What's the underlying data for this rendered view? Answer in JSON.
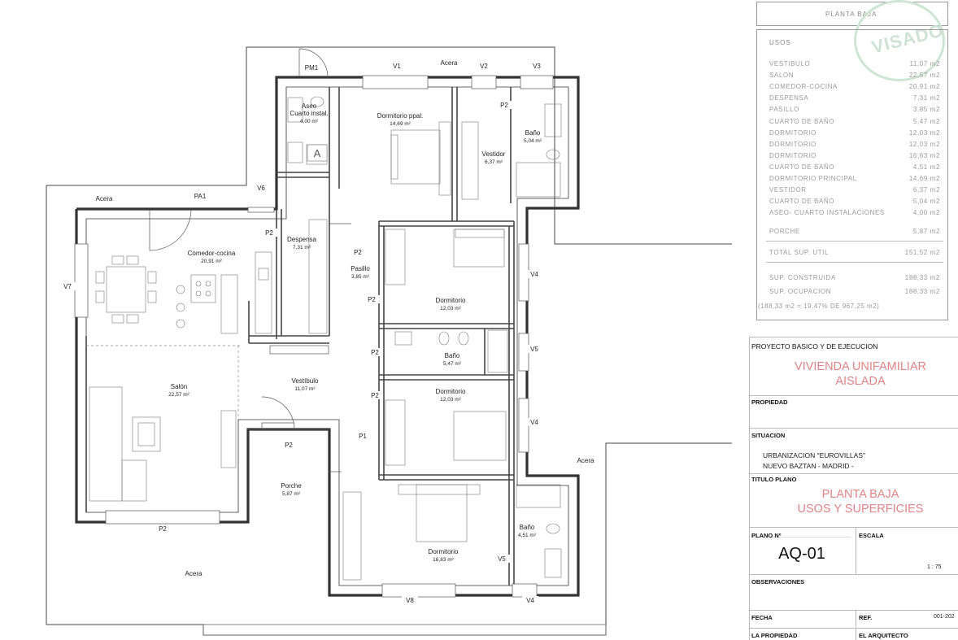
{
  "plan": {
    "rooms": [
      {
        "id": "aseo",
        "name_lines": [
          "Aseo",
          "Cuarto instal."
        ],
        "area": "4,00 m²"
      },
      {
        "id": "dormitorio-ppal",
        "name_lines": [
          "Dormitorio ppal."
        ],
        "area": "14,69 m²"
      },
      {
        "id": "vestidor",
        "name_lines": [
          "Vestidor"
        ],
        "area": "6,37 m²"
      },
      {
        "id": "bano-1",
        "name_lines": [
          "Baño"
        ],
        "area": "5,04 m²"
      },
      {
        "id": "comedor-cocina",
        "name_lines": [
          "Comedor-cocina"
        ],
        "area": "20,91 m²"
      },
      {
        "id": "despensa",
        "name_lines": [
          "Despensa"
        ],
        "area": "7,31 m²"
      },
      {
        "id": "pasillo",
        "name_lines": [
          "Pasillo"
        ],
        "area": "3,85 m²"
      },
      {
        "id": "dormitorio-1",
        "name_lines": [
          "Dormitorio"
        ],
        "area": "12,03 m²"
      },
      {
        "id": "bano-2",
        "name_lines": [
          "Baño"
        ],
        "area": "5,47 m²"
      },
      {
        "id": "salon",
        "name_lines": [
          "Salón"
        ],
        "area": "22,57 m²"
      },
      {
        "id": "vestibulo",
        "name_lines": [
          "Vestíbulo"
        ],
        "area": "11,07 m²"
      },
      {
        "id": "dormitorio-2",
        "name_lines": [
          "Dormitorio"
        ],
        "area": "12,03 m²"
      },
      {
        "id": "porche",
        "name_lines": [
          "Porche"
        ],
        "area": "5,87 m²"
      },
      {
        "id": "dormitorio-3",
        "name_lines": [
          "Dormitorio"
        ],
        "area": "16,83 m²"
      },
      {
        "id": "bano-3",
        "name_lines": [
          "Baño"
        ],
        "area": "4,51 m²"
      }
    ],
    "tags": [
      "PM1",
      "V1",
      "V2",
      "V3",
      "P2",
      "V6",
      "PA1",
      "P2",
      "P2",
      "V7",
      "P2",
      "V4",
      "P2",
      "V5",
      "P2",
      "V4",
      "P2",
      "P1",
      "P2",
      "V8",
      "V4",
      "V5",
      "A"
    ],
    "acera": [
      "Acera",
      "Acera",
      "Acera",
      "Acera"
    ]
  },
  "sheet": {
    "title_box": "PLANTA BAJA",
    "stamp_text": "VISADO",
    "usos_heading": "USOS",
    "rows": [
      {
        "n": "VESTIBULO",
        "v": "11,07 m2"
      },
      {
        "n": "SALON",
        "v": "22,57 m2"
      },
      {
        "n": "COMEDOR-COCINA",
        "v": "20,91 m2"
      },
      {
        "n": "DESPENSA",
        "v": "7,31 m2"
      },
      {
        "n": "PASILLO",
        "v": "3,85 m2"
      },
      {
        "n": "CUARTO DE BAÑO",
        "v": "5,47 m2"
      },
      {
        "n": "DORMITORIO",
        "v": "12,03 m2"
      },
      {
        "n": "DORMITORIO",
        "v": "12,03 m2"
      },
      {
        "n": "DORMITORIO",
        "v": "16,63 m2"
      },
      {
        "n": "CUARTO DE BAÑO",
        "v": "4,51 m2"
      },
      {
        "n": "DORMITORIO PRINCIPAL",
        "v": "14,69 m2"
      },
      {
        "n": "VESTIDOR",
        "v": "6,37 m2"
      },
      {
        "n": "CUARTO DE BAÑO",
        "v": "5,04 m2"
      },
      {
        "n": "ASEO- CUARTO INSTALACIONES",
        "v": "4,00 m2"
      }
    ],
    "porche": {
      "n": "PORCHE",
      "v": "5,87 m2"
    },
    "total": {
      "n": "TOTAL SUP. UTIL",
      "v": "151,52 m2"
    },
    "construida": {
      "n": "SUP. CONSTRUIDA",
      "v": "188,33 m2"
    },
    "ocupacion": {
      "n": "SUP. OCUPACION",
      "v": "188,33 m2"
    },
    "note": "(188,33 m2 = 19,47% DE 967,25 m2)",
    "cartouche": {
      "proyecto": "PROYECTO BASICO Y DE EJECUCION",
      "obra_l1": "VIVIENDA UNIFAMILIAR",
      "obra_l2": "AISLADA",
      "propiedad_label": "PROPIEDAD",
      "situacion_label": "SITUACION",
      "situacion_l1": "URBANIZACION \"EUROVILLAS\"",
      "situacion_l2": "NUEVO BAZTAN   - MADRID -",
      "titulo_label": "TITULO PLANO",
      "titulo_l1": "PLANTA BAJA",
      "titulo_l2": "USOS Y SUPERFICIES",
      "plano_label": "PLANO Nº",
      "plano_value": "AQ-01",
      "escala_label": "ESCALA",
      "escala_value": "1 : 75",
      "obs_label": "OBSERVACIONES",
      "fecha_label": "FECHA",
      "ref_label": "REF.",
      "ref_value": "001-202",
      "la_propiedad": "LA PROPIEDAD",
      "el_arquitecto": "EL ARQUITECTO"
    }
  }
}
